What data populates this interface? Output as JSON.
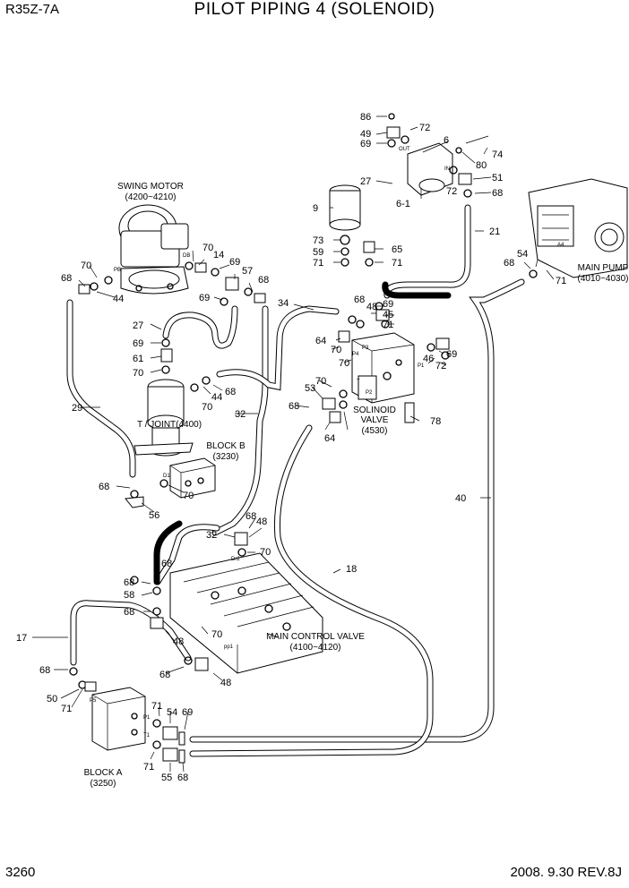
{
  "header": {
    "model": "R35Z-7A",
    "title": "PILOT PIPING 4 (SOLENOID)"
  },
  "footer": {
    "page_number": "3260",
    "revision": "2008. 9.30 REV.8J"
  },
  "components": {
    "swing_motor": {
      "name": "SWING MOTOR",
      "code": "(4200~4210)"
    },
    "main_pump": {
      "name": "MAIN PUMP",
      "code": "(4010~4030)"
    },
    "t_joint": {
      "name": "T / JOINT(4400)"
    },
    "block_b": {
      "name": "BLOCK B",
      "code": "(3230)"
    },
    "block_a": {
      "name": "BLOCK A",
      "code": "(3250)"
    },
    "solenoid_valve": {
      "name1": "SOLINOID",
      "name2": "VALVE",
      "code": "(4530)"
    },
    "main_control_valve": {
      "name": "MAIN CONTROL VALVE",
      "code": "(4100~4120)"
    }
  },
  "port_labels": [
    "PB",
    "DB",
    "OUT",
    "IN",
    "A4",
    "P3",
    "P4",
    "P1",
    "T",
    "P2",
    "D1",
    "Dr2",
    "pp1",
    "P5",
    "P1",
    "T1"
  ],
  "part_numbers": [
    "86",
    "72",
    "49",
    "69",
    "6",
    "74",
    "80",
    "51",
    "72",
    "68",
    "27",
    "9",
    "6-1",
    "21",
    "73",
    "59",
    "71",
    "65",
    "71",
    "54",
    "68",
    "71",
    "70",
    "14",
    "69",
    "57",
    "68",
    "70",
    "68",
    "44",
    "69",
    "34",
    "68",
    "69",
    "48",
    "45",
    "71",
    "27",
    "69",
    "61",
    "70",
    "64",
    "70",
    "70",
    "69",
    "46",
    "72",
    "70",
    "44",
    "68",
    "53",
    "68",
    "70",
    "64",
    "78",
    "32",
    "29",
    "68",
    "70",
    "56",
    "40",
    "68",
    "48",
    "32",
    "70",
    "68",
    "68",
    "58",
    "18",
    "68",
    "70",
    "48",
    "17",
    "68",
    "48",
    "68",
    "50",
    "71",
    "71",
    "54",
    "69",
    "71",
    "55",
    "68"
  ]
}
